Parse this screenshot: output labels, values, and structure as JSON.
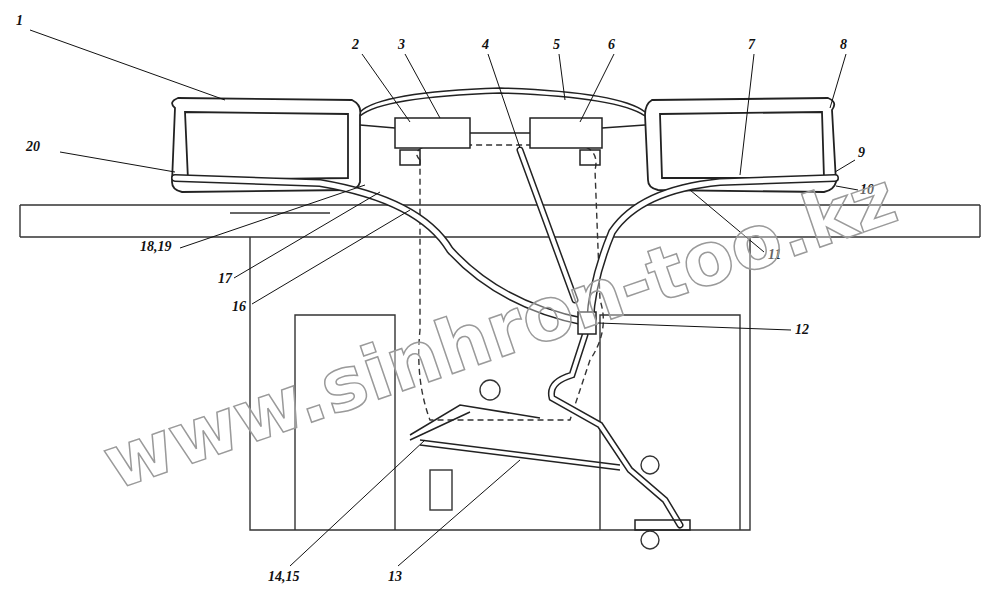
{
  "diagram": {
    "labels": [
      "1",
      "2",
      "3",
      "4",
      "5",
      "6",
      "7",
      "8",
      "9",
      "10",
      "11",
      "12",
      "13",
      "14,15",
      "16",
      "17",
      "18,19",
      "20",
      "www.sinhron-too.kz"
    ]
  }
}
